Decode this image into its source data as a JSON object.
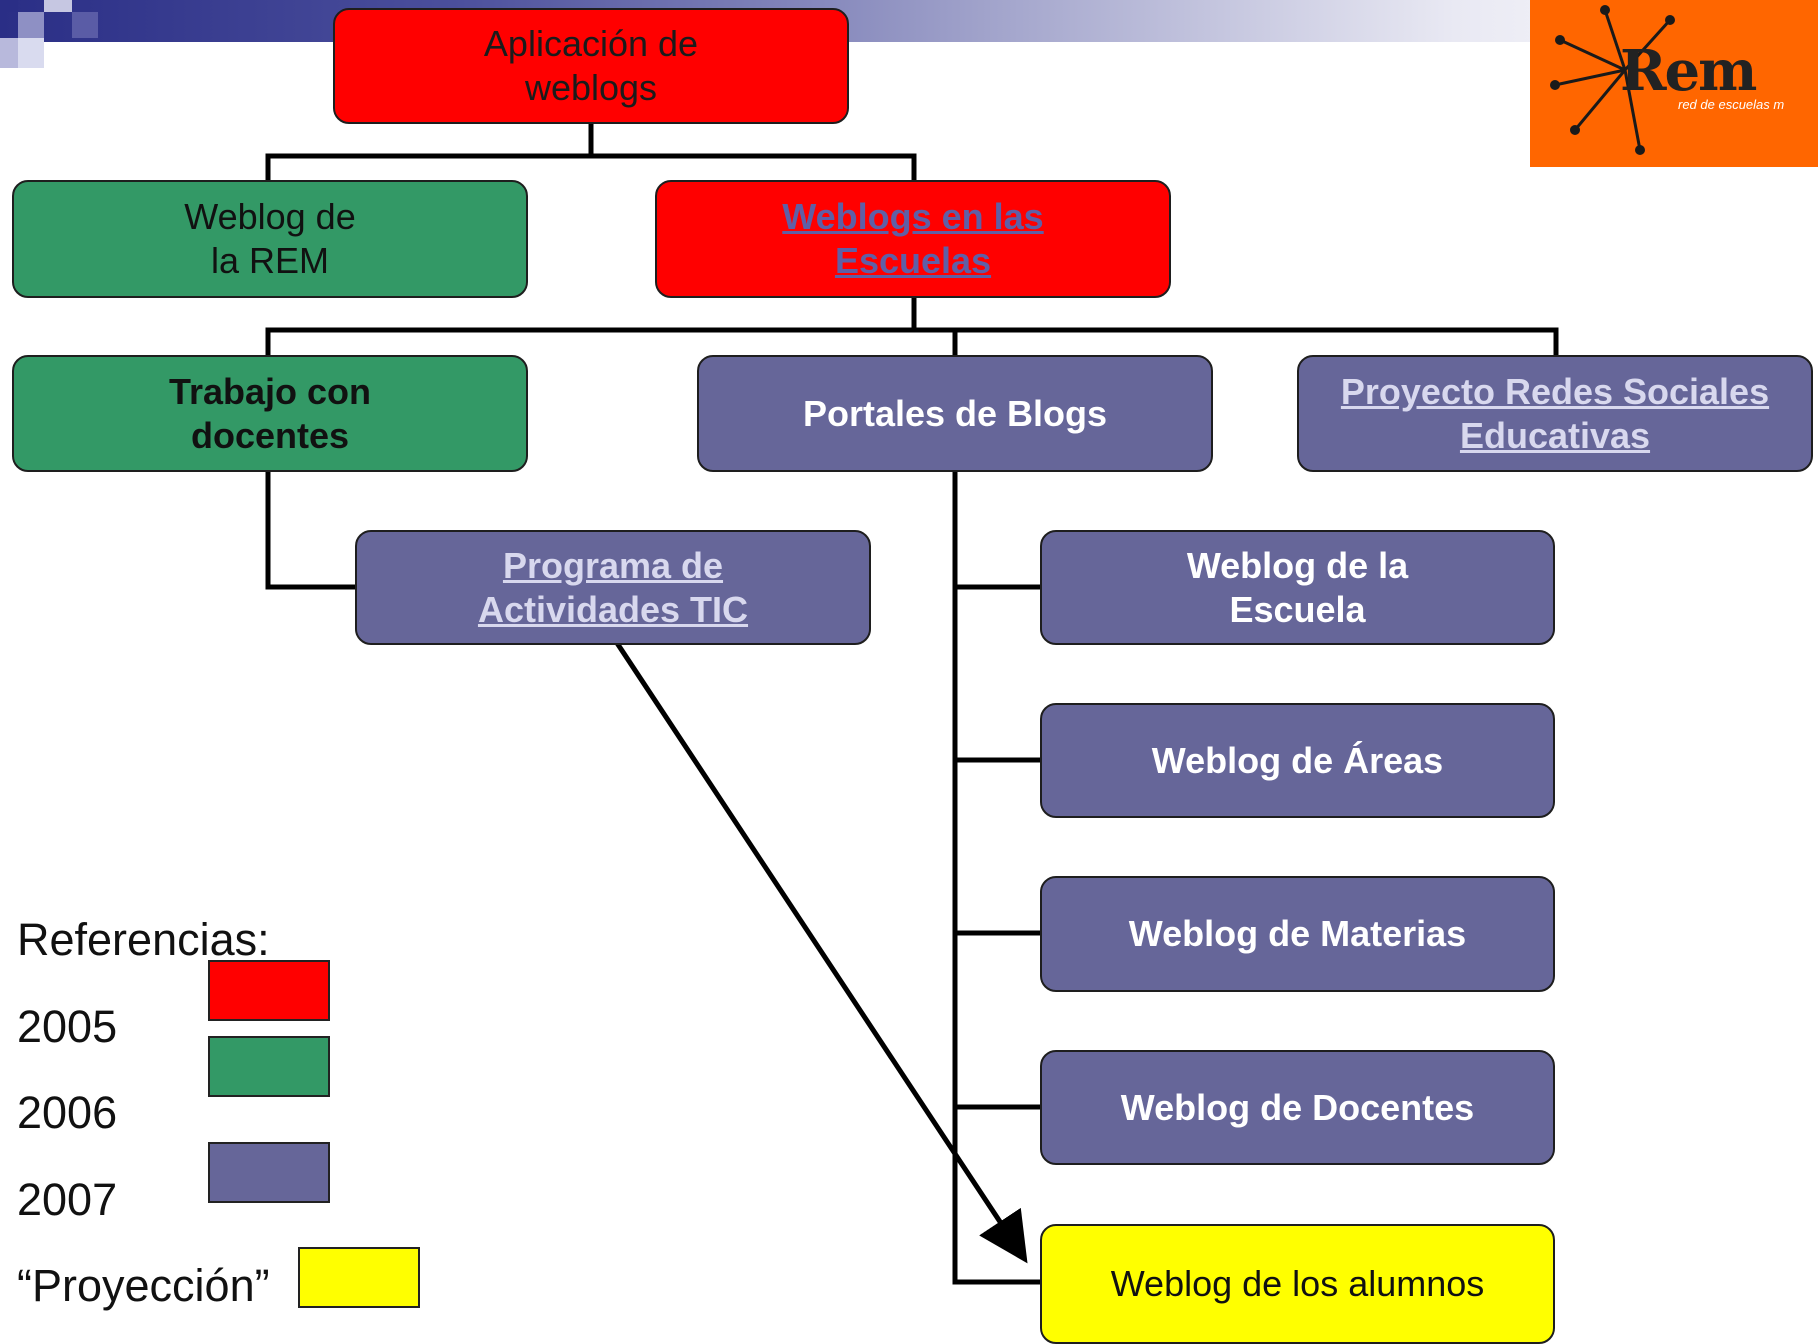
{
  "boxes": {
    "app_weblogs": "Aplicación de weblogs",
    "weblog_rem": "Weblog de la REM",
    "weblogs_escuelas": " Weblogs en las Escuelas",
    "trabajo_docentes": "Trabajo con docentes",
    "portales_blogs": "Portales de Blogs",
    "proyecto_redes": "Proyecto Redes Sociales Educativas",
    "programa_actividades": "Programa de Actividades TIC",
    "weblog_escuela": "Weblog de la Escuela",
    "weblog_areas": "Weblog de Áreas",
    "weblog_materias": "Weblog de Materias",
    "weblog_docentes": "Weblog de Docentes",
    "weblog_alumnos": "Weblog de los alumnos"
  },
  "legend": {
    "title": "Referencias:",
    "y2005": "2005",
    "y2006": "2006",
    "y2007": "2007",
    "proyeccion": "“Proyección”"
  },
  "logo": {
    "name": "Rem",
    "tagline": "red de escuelas m"
  },
  "colors": {
    "year_2005": "#ff0000",
    "year_2006": "#339966",
    "year_2007": "#666699",
    "proyeccion": "#ffff00",
    "logo_bg": "#ff6600"
  }
}
